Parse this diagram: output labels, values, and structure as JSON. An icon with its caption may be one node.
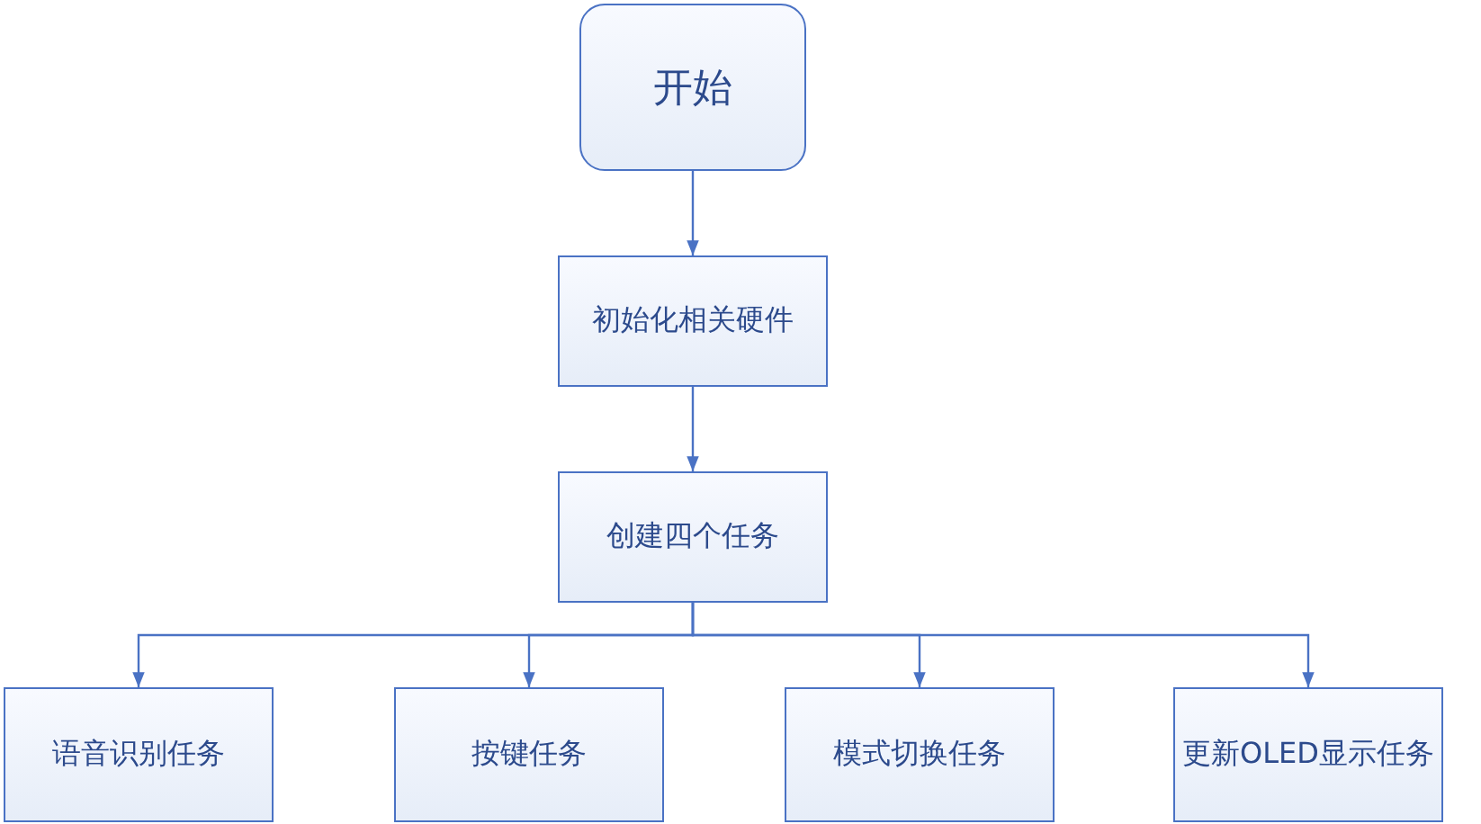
{
  "diagram": {
    "nodes": [
      {
        "text": [
          "开始"
        ]
      },
      {
        "text": [
          "初始化相关硬件"
        ]
      },
      {
        "text": [
          "创建四个任务"
        ]
      },
      {
        "text": [
          "语音识别任务"
        ]
      },
      {
        "text": [
          "按键任务"
        ]
      },
      {
        "text": [
          "模式切换任务"
        ]
      },
      {
        "text": [
          "更新OLED显示任务"
        ]
      }
    ],
    "edges": [
      {
        "from": 0,
        "to": 1,
        "arrow": "to"
      },
      {
        "from": 1,
        "to": 2,
        "arrow": "to"
      },
      {
        "from": 2,
        "to": 3,
        "arrow": "to"
      },
      {
        "from": 2,
        "to": 4,
        "arrow": "to"
      },
      {
        "from": 2,
        "to": 5,
        "arrow": "to"
      },
      {
        "from": 2,
        "to": 6,
        "arrow": "to"
      }
    ]
  }
}
